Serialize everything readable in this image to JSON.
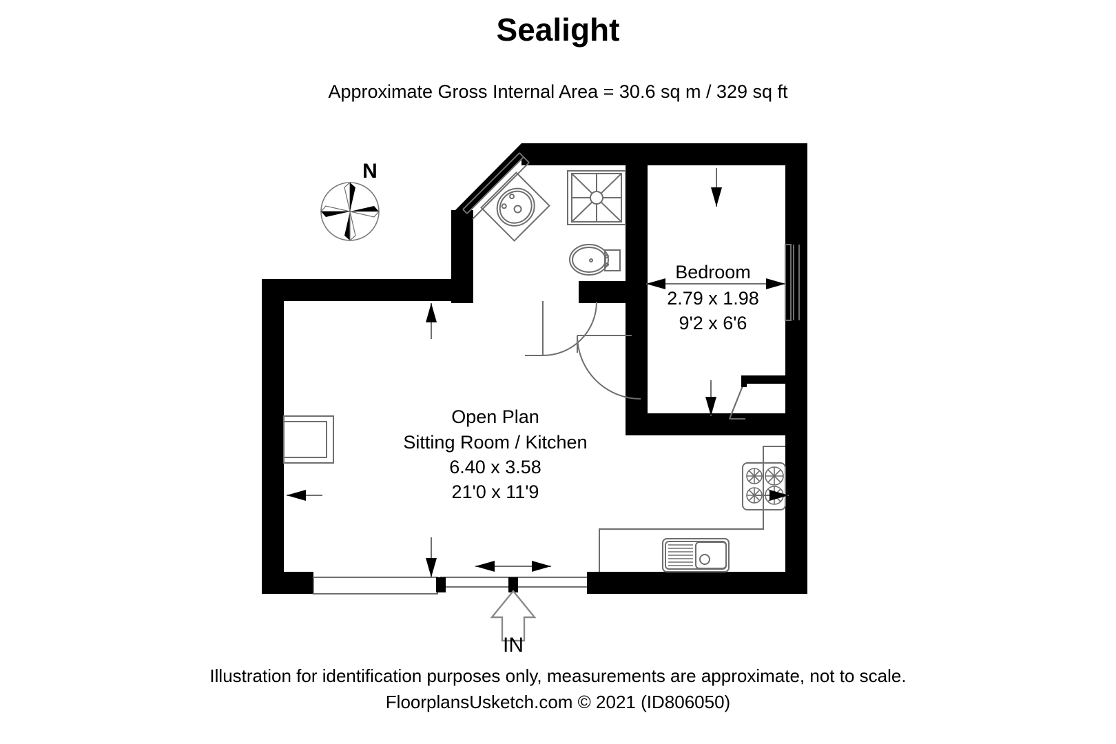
{
  "header": {
    "title": "Sealight",
    "area_text": "Approximate Gross Internal Area = 30.6 sq m / 329 sq ft"
  },
  "footer": {
    "disclaimer": "Illustration for identification purposes only, measurements are approximate, not to scale.",
    "copyright": "FloorplansUsketch.com © 2021 (ID806050)"
  },
  "compass": {
    "north_label": "N",
    "icon": "compass-rose-icon"
  },
  "entry": {
    "label": "IN",
    "icon": "entry-arrow-icon"
  },
  "rooms": [
    {
      "id": "bedroom",
      "name": "Bedroom",
      "metric": "2.79 x 1.98",
      "imperial": "9'2 x 6'6"
    },
    {
      "id": "open-plan",
      "name_line1": "Open Plan",
      "name_line2": "Sitting Room / Kitchen",
      "metric": "6.40 x 3.58",
      "imperial": "21'0 x 11'9"
    }
  ],
  "fixtures": [
    {
      "id": "shower-tray",
      "name": "shower-icon"
    },
    {
      "id": "wash-basin",
      "name": "sink-basin-icon"
    },
    {
      "id": "toilet",
      "name": "toilet-icon"
    },
    {
      "id": "hob",
      "name": "cooker-hob-icon"
    },
    {
      "id": "kitchen-sink",
      "name": "kitchen-sink-icon"
    },
    {
      "id": "fireplace",
      "name": "fireplace-icon"
    }
  ],
  "colors": {
    "wall": "#000000",
    "thin_line": "#808080",
    "background": "#ffffff",
    "text": "#000000"
  }
}
